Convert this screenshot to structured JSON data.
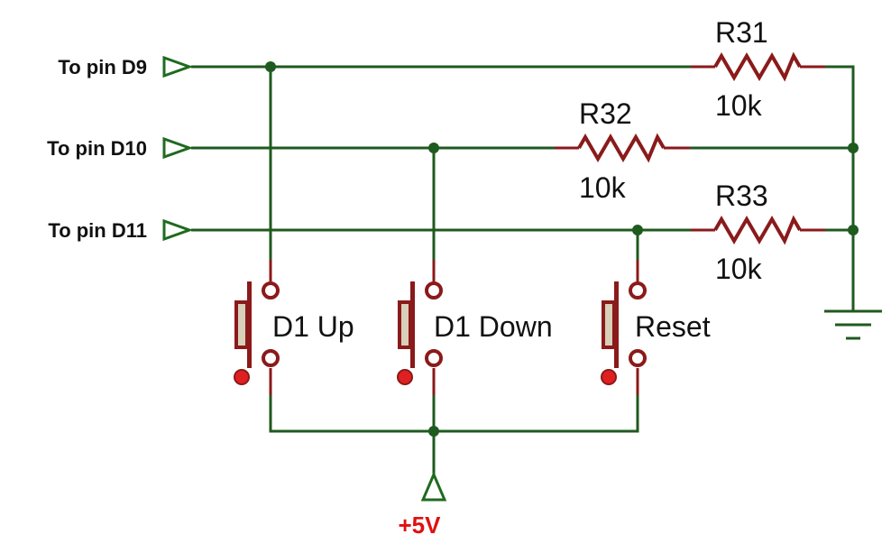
{
  "ports": [
    {
      "label": "To pin D9"
    },
    {
      "label": "To pin D10"
    },
    {
      "label": "To pin D11"
    }
  ],
  "resistors": [
    {
      "ref": "R31",
      "value": "10k"
    },
    {
      "ref": "R32",
      "value": "10k"
    },
    {
      "ref": "R33",
      "value": "10k"
    }
  ],
  "buttons": [
    {
      "label": "D1 Up"
    },
    {
      "label": "D1 Down"
    },
    {
      "label": "Reset"
    }
  ],
  "power": {
    "label": "+5V"
  },
  "colors": {
    "wire": "#1f5a1f",
    "component": "#8b1a1a",
    "power_label": "#e01010"
  }
}
